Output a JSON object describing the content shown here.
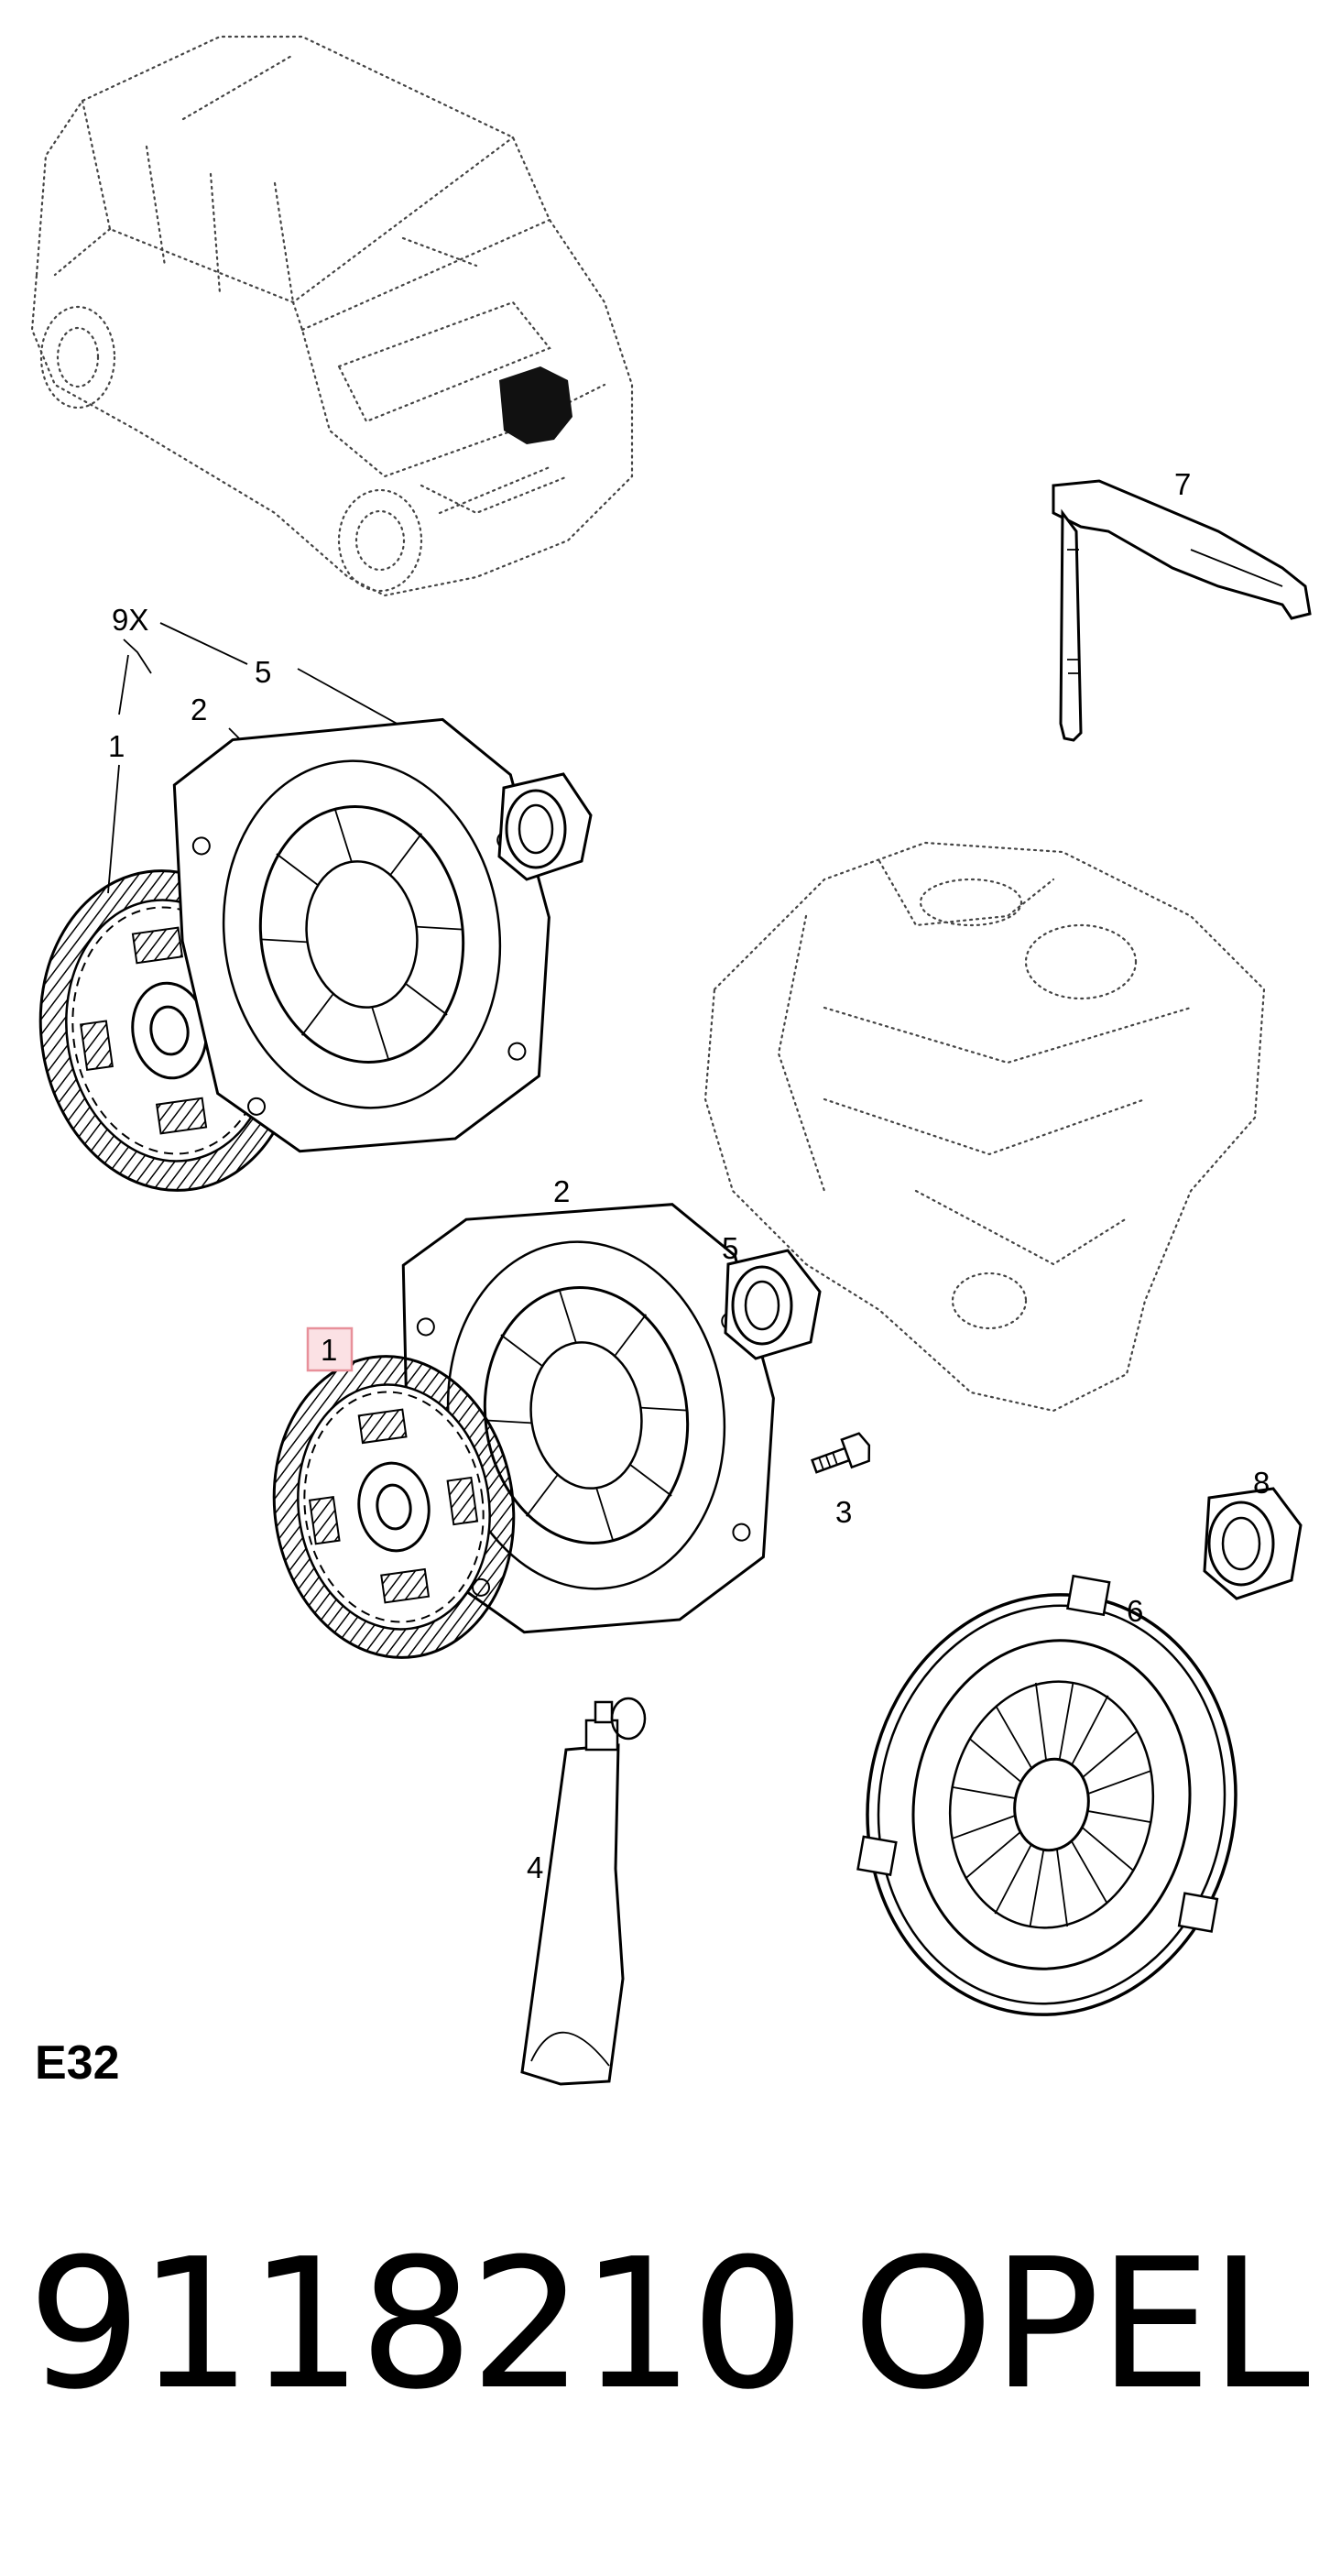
{
  "diagram": {
    "callouts": {
      "kit_top": "9X",
      "disc_top": "1",
      "plate_top": "2",
      "bearing_top": "5",
      "fork": "7",
      "plate_mid": "2",
      "bearing_mid": "5",
      "disc_highlighted": "1",
      "bolt": "3",
      "bearing_right": "8",
      "pressure_plate_right": "6",
      "grease_tube": "4"
    },
    "highlight_color": "#e8909a"
  },
  "section_code": "E32",
  "part_number": "9118210",
  "brand": "OPEL"
}
